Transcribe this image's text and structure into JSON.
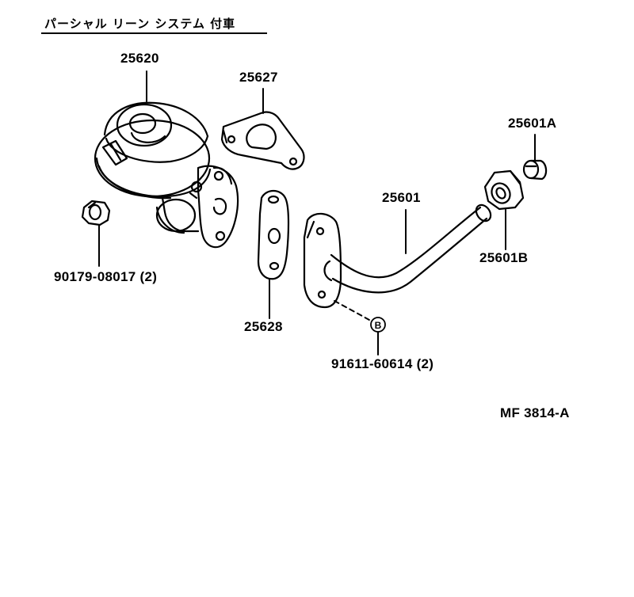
{
  "title": "パーシャル リーン システム 付車",
  "drawing_id": "MF 3814-A",
  "parts": {
    "p25620": "25620",
    "p25627": "25627",
    "p25601A": "25601A",
    "p25601": "25601",
    "p25601B": "25601B",
    "p90179": "90179-08017 (2)",
    "p25628": "25628",
    "p91611": "91611-60614 (2)"
  },
  "marker": "B"
}
